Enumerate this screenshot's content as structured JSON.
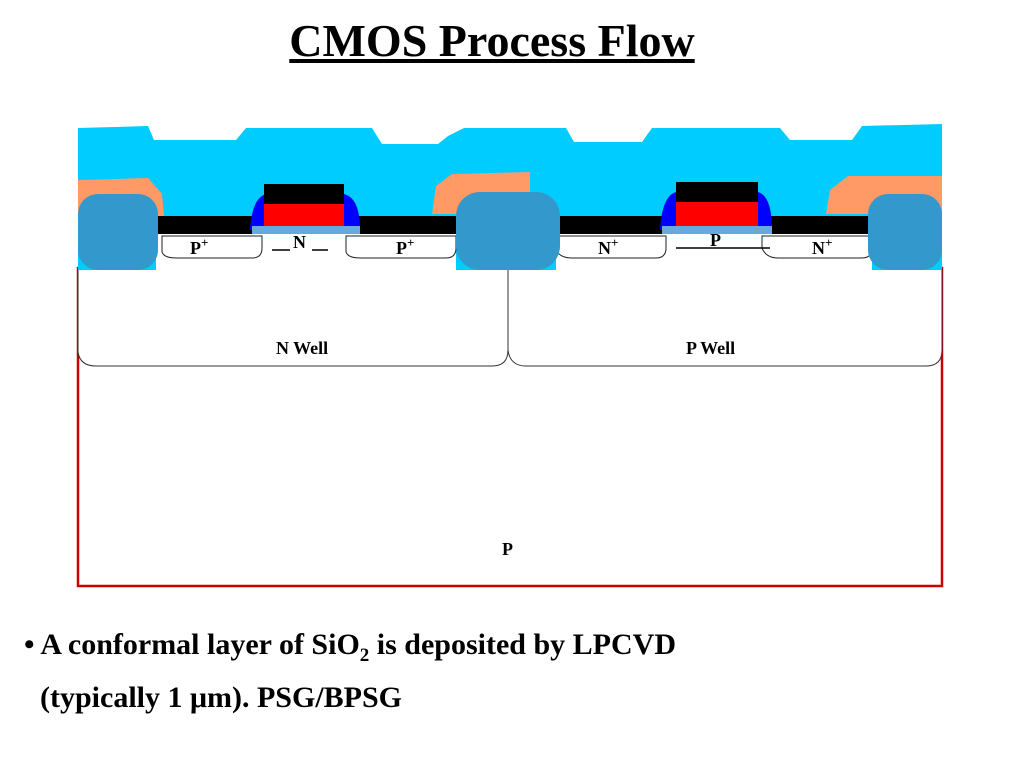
{
  "title": "CMOS Process Flow",
  "diagram": {
    "labels": {
      "p_plus_left_1": "P",
      "p_plus_left_2": "P",
      "plus": "+",
      "n_channel": "N",
      "n_plus_right_1": "N",
      "n_plus_right_2": "N",
      "p_channel": "P",
      "n_well": "N Well",
      "p_well": "P Well",
      "substrate": "P"
    },
    "colors": {
      "oxide_conformal": "#00ccff",
      "field_oxide": "#3399cc",
      "salmon_layer": "#ff9966",
      "gate_poly": "#ff0000",
      "gate_cap": "#000000",
      "spacer": "#0000ff",
      "gate_oxide": "#66aadd",
      "substrate_border": "#cc0000"
    }
  },
  "bullet": {
    "symbol": "•",
    "text_before_sub": "A conformal layer of SiO",
    "subscript": "2",
    "text_after_sub": " is deposited by LPCVD",
    "line2": "(typically 1 μm). PSG/BPSG"
  }
}
